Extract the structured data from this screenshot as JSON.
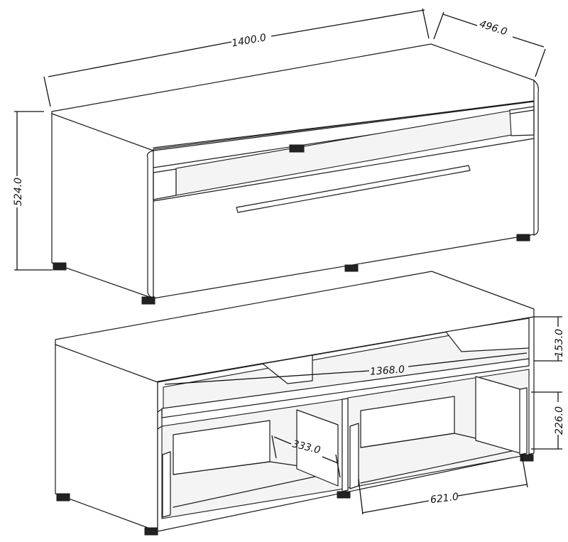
{
  "dimensions": {
    "width": "1400.0",
    "depth": "496.0",
    "height": "524.0",
    "inner_width": "1368.0",
    "shelf_height": "153.0",
    "compartment_height": "226.0",
    "drawer_depth": "333.0",
    "compartment_width": "621.0"
  },
  "colors": {
    "line": "#1a1a1a",
    "background": "#ffffff"
  }
}
